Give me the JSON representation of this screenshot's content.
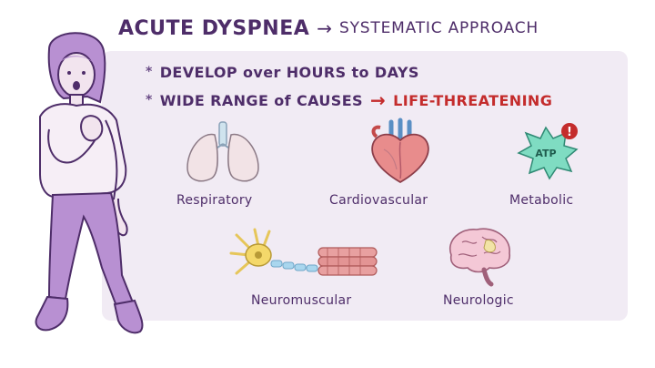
{
  "title": {
    "main": "ACUTE DYSPNEA",
    "arrow": "→",
    "sub": "SYSTEMATIC APPROACH"
  },
  "bullets": [
    {
      "star": "*",
      "parts": [
        "DEVELOP over HOURS to DAYS"
      ]
    },
    {
      "star": "*",
      "text": "WIDE RANGE of CAUSES",
      "arrow": "→",
      "danger": "LIFE-THREATENING"
    }
  ],
  "causes": {
    "respiratory": "Respiratory",
    "cardiovascular": "Cardiovascular",
    "metabolic": "Metabolic",
    "neuromuscular": "Neuromuscular",
    "neurologic": "Neurologic"
  },
  "metabolic_icon": {
    "badge_text": "ATP",
    "alert": "!"
  },
  "colors": {
    "ink": "#4e2d69",
    "danger": "#c42c2c",
    "panel": "#f1ebf4",
    "person_purple": "#b890d2"
  }
}
